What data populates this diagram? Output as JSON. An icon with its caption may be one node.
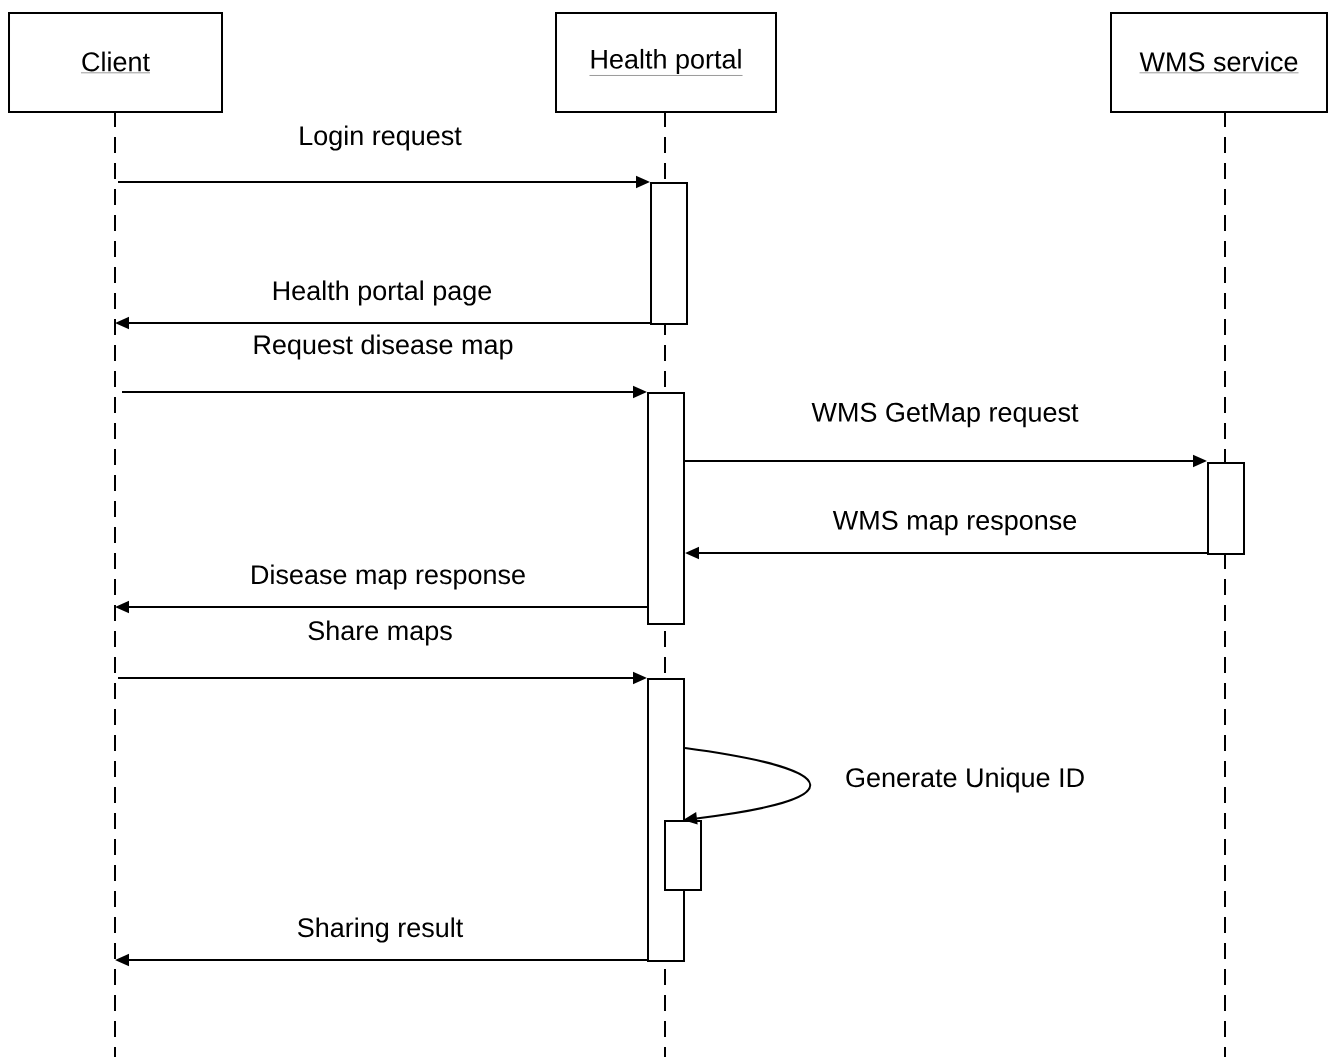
{
  "diagram": {
    "nodes": [
      {
        "text": [
          "Client"
        ]
      },
      {
        "text": [
          "Health portal"
        ]
      },
      {
        "text": [
          "WMS service"
        ]
      },
      {
        "text": [],
        "shape": "bar"
      },
      {
        "text": [],
        "shape": "bar"
      },
      {
        "text": [],
        "shape": "bar"
      },
      {
        "text": [],
        "shape": "bar"
      },
      {
        "text": [],
        "shape": "bar"
      }
    ],
    "edges": [
      {
        "from": null,
        "to": 3,
        "arrow": "to",
        "label": "Login request"
      },
      {
        "from": 3,
        "to": null,
        "arrow": "to",
        "label": "Health portal page"
      },
      {
        "from": null,
        "to": 4,
        "arrow": "to",
        "label": "Request disease map"
      },
      {
        "from": 4,
        "to": 5,
        "arrow": "to",
        "label": "WMS GetMap request"
      },
      {
        "from": 5,
        "to": 4,
        "arrow": "to",
        "label": "WMS map response"
      },
      {
        "from": 4,
        "to": null,
        "arrow": "to",
        "label": "Disease map response"
      },
      {
        "from": null,
        "to": 6,
        "arrow": "to",
        "label": "Share maps"
      },
      {
        "from": 6,
        "to": 7,
        "arrow": "to",
        "label": "Generate Unique ID"
      },
      {
        "from": 6,
        "to": null,
        "arrow": "to",
        "label": "Sharing result"
      }
    ]
  }
}
